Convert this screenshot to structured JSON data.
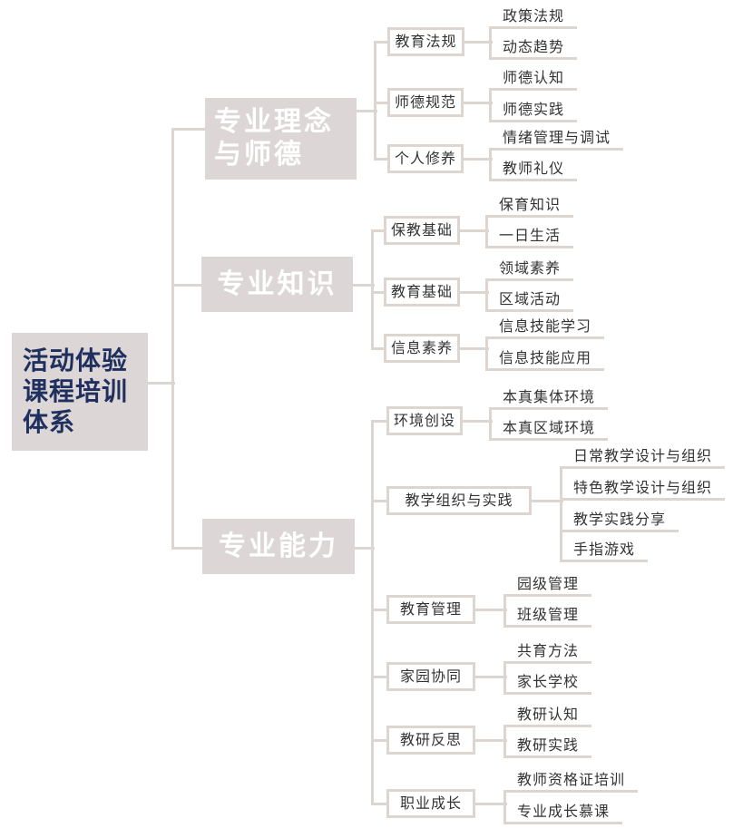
{
  "root": {
    "lines": [
      "活动体验",
      "课程培训",
      "体系"
    ]
  },
  "colors": {
    "line": "#ddd5d0",
    "box": "#dcd7d6",
    "root_text": "#1f2f5e"
  },
  "branches": [
    {
      "lines": [
        "专业理念",
        "与师德"
      ],
      "children": [
        {
          "label": "教育法规",
          "leaves": [
            "政策法规",
            "动态趋势"
          ]
        },
        {
          "label": "师德规范",
          "leaves": [
            "师德认知",
            "师德实践"
          ]
        },
        {
          "label": "个人修养",
          "leaves": [
            "情绪管理与调试",
            "教师礼仪"
          ]
        }
      ]
    },
    {
      "lines": [
        "专业知识"
      ],
      "children": [
        {
          "label": "保教基础",
          "leaves": [
            "保育知识",
            "一日生活"
          ]
        },
        {
          "label": "教育基础",
          "leaves": [
            "领域素养",
            "区域活动"
          ]
        },
        {
          "label": "信息素养",
          "leaves": [
            "信息技能学习",
            "信息技能应用"
          ]
        }
      ]
    },
    {
      "lines": [
        "专业能力"
      ],
      "children": [
        {
          "label": "环境创设",
          "leaves": [
            "本真集体环境",
            "本真区域环境"
          ]
        },
        {
          "label": "教学组织与实践",
          "leaves": [
            "日常教学设计与组织",
            "特色教学设计与组织",
            "教学实践分享",
            "手指游戏"
          ]
        },
        {
          "label": "教育管理",
          "leaves": [
            "园级管理",
            "班级管理"
          ]
        },
        {
          "label": "家园协同",
          "leaves": [
            "共育方法",
            "家长学校"
          ]
        },
        {
          "label": "教研反思",
          "leaves": [
            "教研认知",
            "教研实践"
          ]
        },
        {
          "label": "职业成长",
          "leaves": [
            "教师资格证培训",
            "专业成长慕课"
          ]
        }
      ]
    }
  ]
}
